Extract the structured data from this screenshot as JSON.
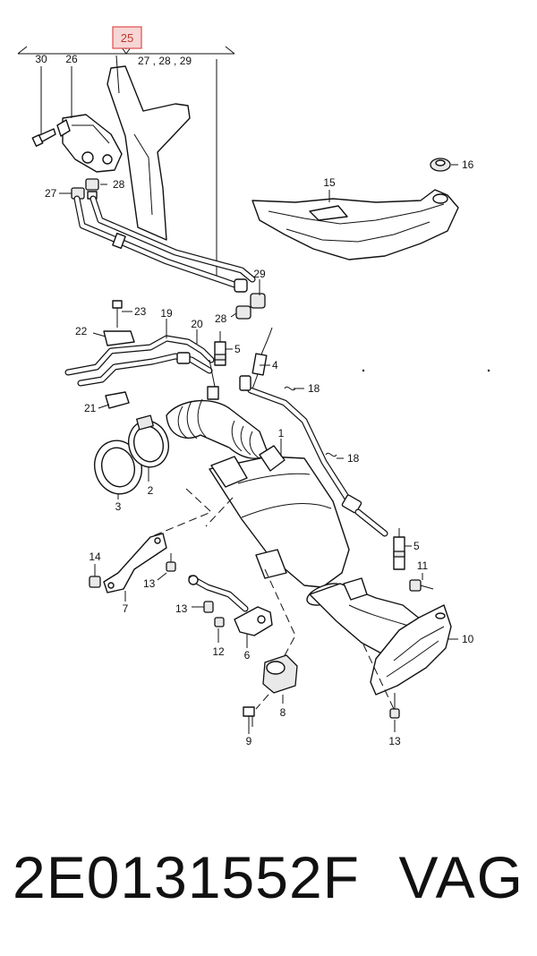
{
  "diagram": {
    "callouts": {
      "c25": "25",
      "c30": "30",
      "c26": "26",
      "c27_28_29": "27 , 28 , 29",
      "c28a": "28",
      "c27": "27",
      "c16": "16",
      "c15": "15",
      "c29": "29",
      "c28b": "28",
      "c23": "23",
      "c22": "22",
      "c19": "19",
      "c20": "20",
      "c5a": "5",
      "c4": "4",
      "c18a": "18",
      "c21": "21",
      "c1": "1",
      "c18b": "18",
      "c3": "3",
      "c2": "2",
      "c5b": "5",
      "c14": "14",
      "c13a": "13",
      "c7": "7",
      "c11": "11",
      "c13b": "13",
      "c12": "12",
      "c6": "6",
      "c10": "10",
      "c8": "8",
      "c9": "9",
      "c13c": "13"
    },
    "highlight_color": "#e24a4a"
  },
  "caption": {
    "part_number": "2E0131552F",
    "brand": "VAG"
  }
}
